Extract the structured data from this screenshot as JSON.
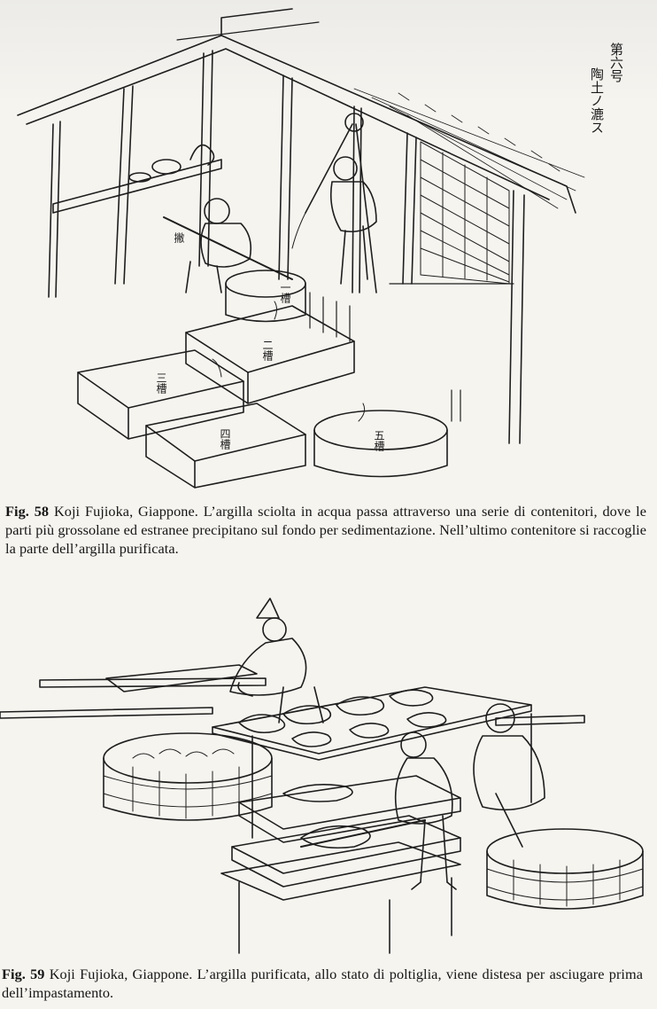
{
  "figures": [
    {
      "label": "Fig. 58",
      "caption": "Koji Fujioka, Giappone. L’argilla sciolta in acqua passa attraverso una serie di contenitori, dove le parti più grossolane ed estranee precipitano sul fondo per sedimentazione. Nell’ultimo contenitore si raccoglie la parte dell’argilla purificata.",
      "vertical_text": [
        "第六号",
        "陶土ノ漉ス"
      ],
      "tank_labels": [
        "撇",
        "一槽",
        "二槽",
        "三槽",
        "四槽",
        "五槽"
      ]
    },
    {
      "label": "Fig. 59",
      "caption": "Koji Fujioka, Giappone. L’argilla purificata, allo stato di poltiglia, viene distesa per asciugare prima dell’impastamento."
    }
  ]
}
